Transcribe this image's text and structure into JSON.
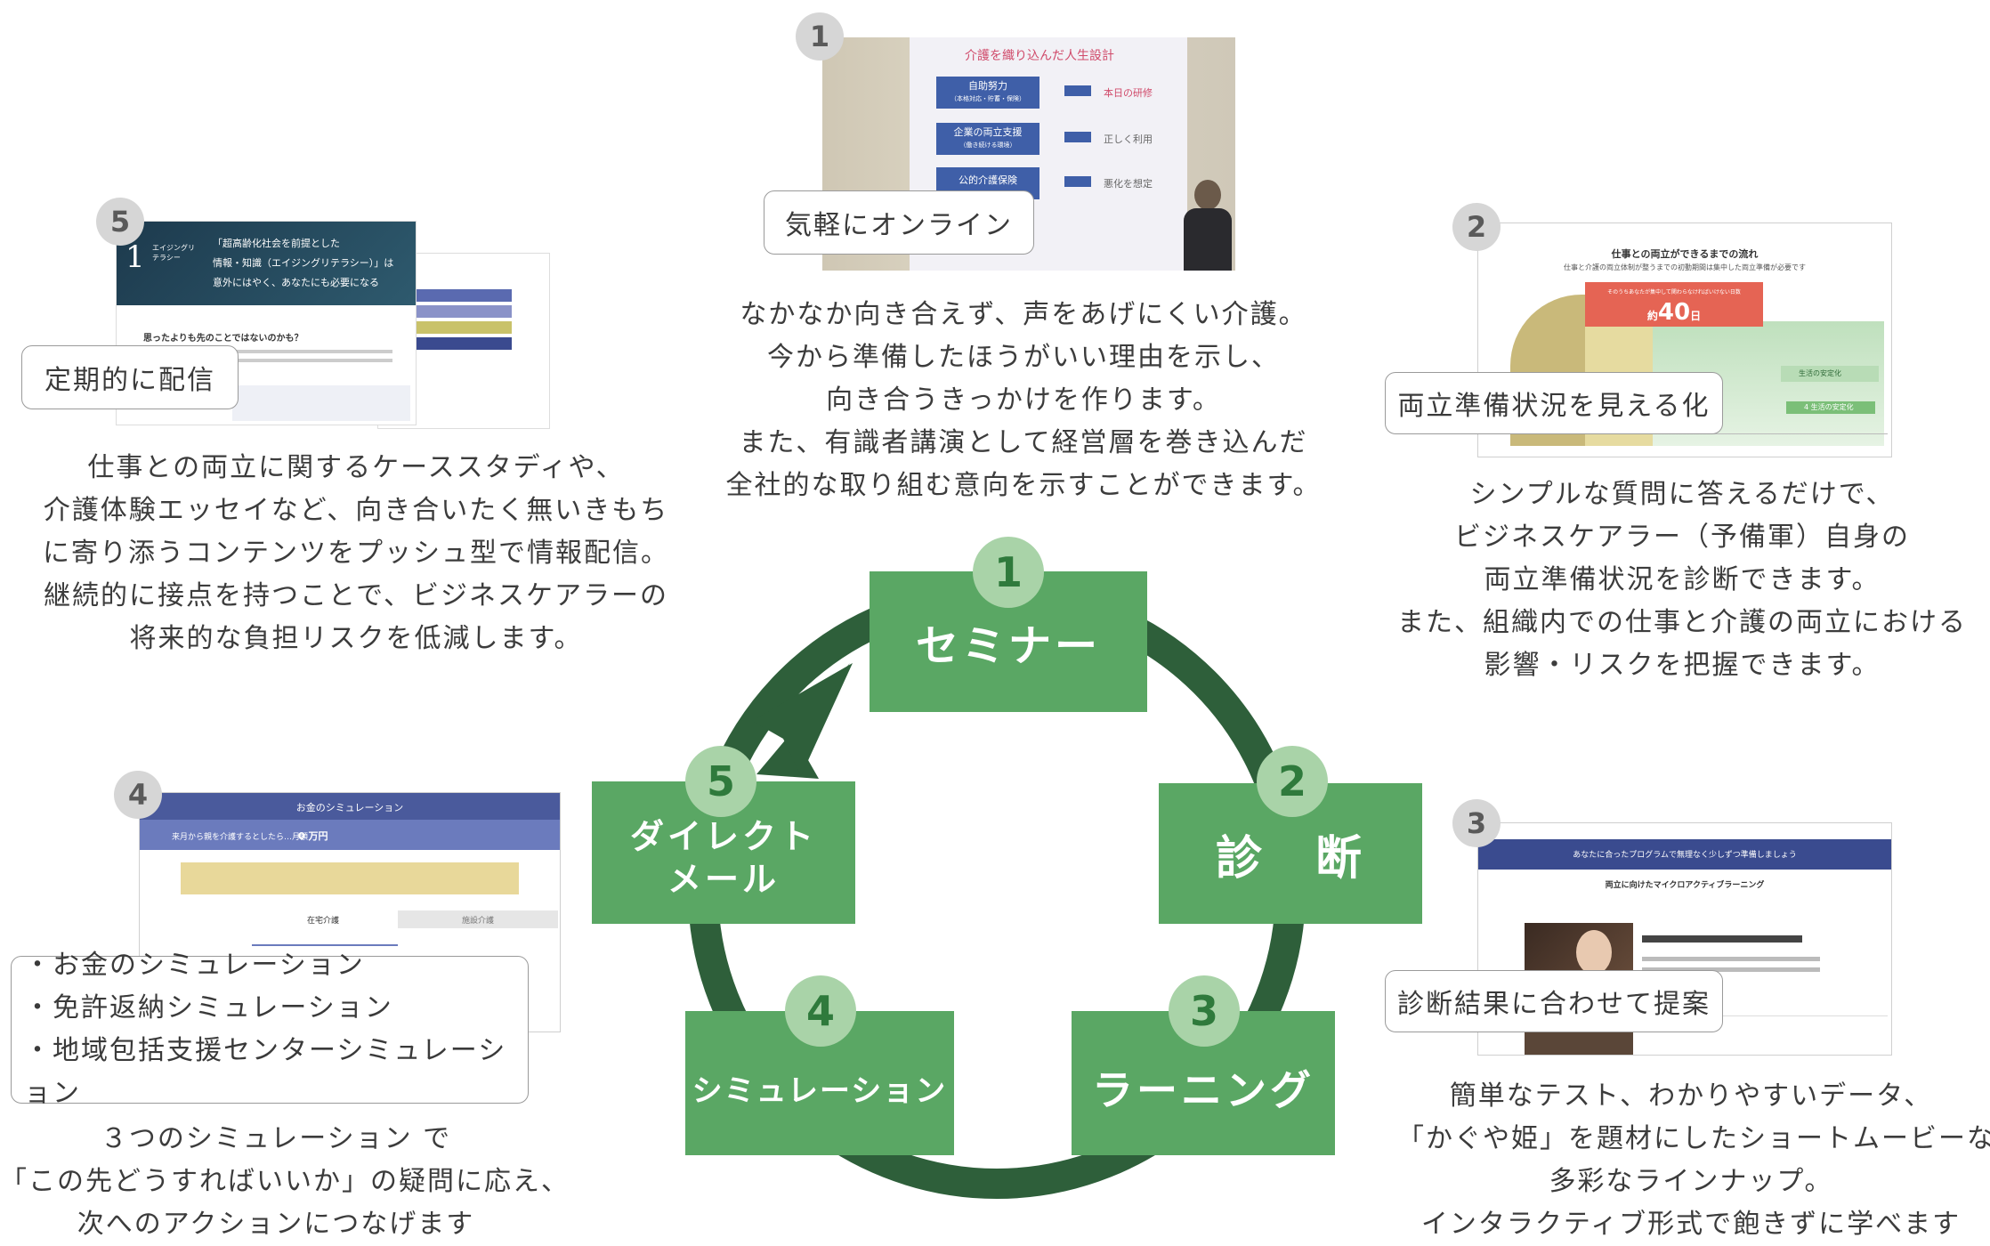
{
  "steps": [
    {
      "num": "1",
      "label": "セミナー"
    },
    {
      "num": "2",
      "label": "診　断"
    },
    {
      "num": "3",
      "label": "ラーニング"
    },
    {
      "num": "4",
      "label": "シミュレーション"
    },
    {
      "num": "5",
      "label_line1": "ダイレクト",
      "label_line2": "メール"
    }
  ],
  "sections": {
    "seminar": {
      "badge": "1",
      "callout": "気軽にオンライン",
      "slide_title": "介護を織り込んだ人生設計",
      "slide_rows": [
        {
          "box": "自助努力",
          "sub": "（本格対応・貯蓄・保険）",
          "right": "本日の研修"
        },
        {
          "box": "企業の両立支援",
          "sub": "（働き続ける環境）",
          "right": "正しく利用"
        },
        {
          "box": "公的介護保険",
          "sub": "",
          "right": "悪化を想定"
        }
      ],
      "desc": [
        "なかなか向き合えず、声をあげにくい介護。",
        "今から準備したほうがいい理由を示し、",
        "向き合うきっかけを作ります。",
        "また、有識者講演として経営層を巻き込んだ",
        "全社的な取り組む意向を示すことができます。"
      ]
    },
    "diagnosis": {
      "badge": "2",
      "callout": "両立準備状況を見える化",
      "shot_title": "仕事との両立ができるまでの流れ",
      "shot_sub": "仕事と介護の両立体制が整うまでの初動期間は集中した両立準備が必要です",
      "shot_box_small": "そのうちあなたが集中して関わらなければいけない日数",
      "shot_days_prefix": "約",
      "shot_days": "40",
      "shot_days_suffix": "日",
      "shot_label_a": "生活の安定化",
      "shot_label_b": "4 生活の安定化",
      "desc": [
        "シンプルな質問に答えるだけで、",
        "ビジネスケアラー（予備軍）自身の",
        "両立準備状況を診断できます。",
        "また、組織内での仕事と介護の両立における",
        "影響・リスクを把握できます。"
      ]
    },
    "learning": {
      "badge": "3",
      "callout": "診断結果に合わせて提案",
      "shot_header": "あなたに合ったプログラムで無理なく少しずつ準備しましょう",
      "shot_title": "両立に向けたマイクロアクティブラーニング",
      "desc": [
        "簡単なテスト、わかりやすいデータ、",
        "「かぐや姫」を題材にしたショートムービーなど",
        "多彩なラインナップ。",
        "インタラクティブ形式で飽きずに学べます"
      ]
    },
    "simulation": {
      "badge": "4",
      "shot_title": "お金のシミュレーション",
      "shot_row": "来月から親を介護するとしたら…月額",
      "shot_amount": "0 万円",
      "shot_tab_a": "在宅介護",
      "shot_tab_b": "施設介護",
      "callout_items": [
        "・お金のシミュレーション",
        "・免許返納シミュレーション",
        "・地域包括支援センターシミュレーション"
      ],
      "desc": [
        "３つのシミュレーション で",
        "「この先どうすればいいか」の疑問に応え、",
        "次へのアクションにつなげます"
      ]
    },
    "mail": {
      "badge": "5",
      "callout": "定期的に配信",
      "shot_head1": "「超高齢化社会を前提とした",
      "shot_head2": "情報・知識（エイジングリテラシー）」は",
      "shot_head3": "意外にはやく、あなたにも必要になる",
      "shot_side": "エイジングリテラシー",
      "shot_q": "思ったよりも先のことではないのかも？",
      "desc": [
        "仕事との両立に関するケーススタディや、",
        "介護体験エッセイなど、向き合いたく無いきもち",
        "に寄り添うコンテンツをプッシュ型で情報配信。",
        "継続的に接点を持つことで、ビジネスケアラーの",
        "将来的な負担リスクを低減します。"
      ]
    }
  },
  "colors": {
    "step_green": "#5aa764",
    "step_circle": "#a9d3a8",
    "cycle_dark": "#2e5f3a",
    "badge_gray": "#d6d6d6"
  }
}
